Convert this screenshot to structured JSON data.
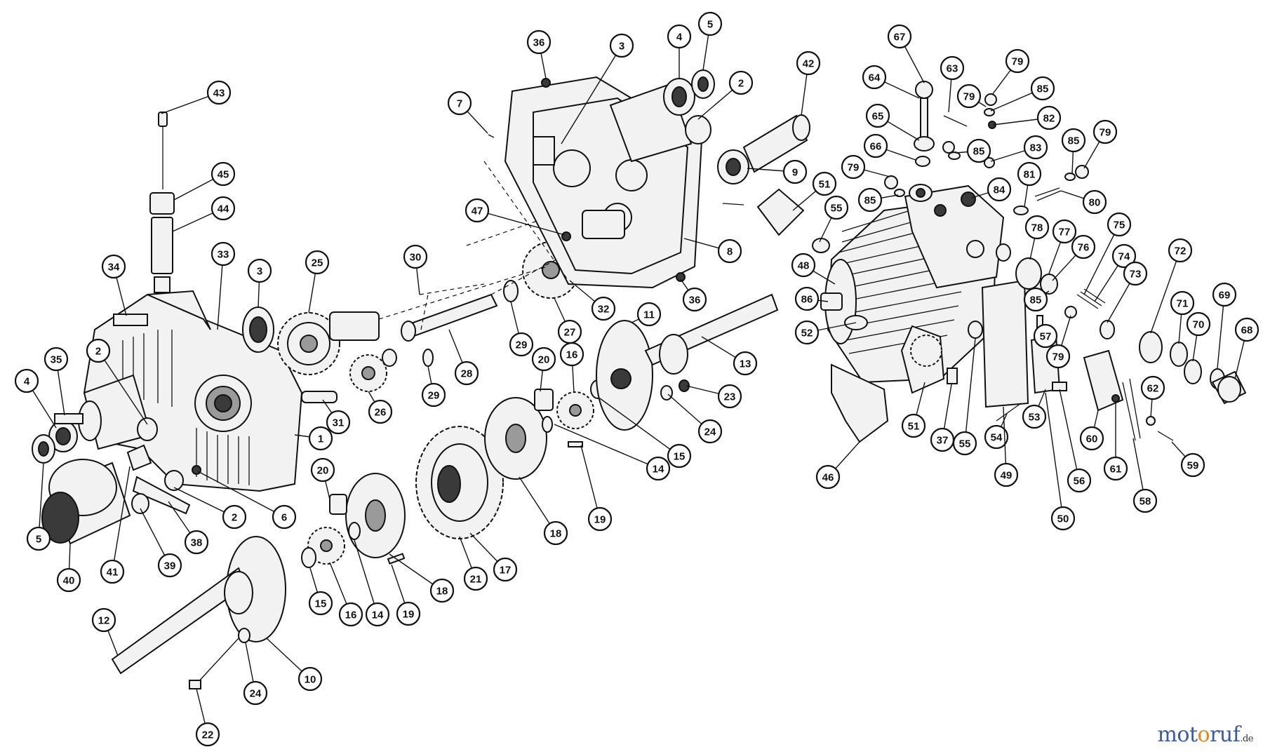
{
  "diagram": {
    "callouts": [
      "1",
      "2",
      "3",
      "4",
      "5",
      "6",
      "7",
      "8",
      "9",
      "10",
      "11",
      "12",
      "13",
      "14",
      "15",
      "16",
      "17",
      "18",
      "19",
      "20",
      "21",
      "22",
      "23",
      "24",
      "25",
      "26",
      "27",
      "28",
      "29",
      "30",
      "31",
      "32",
      "33",
      "34",
      "35",
      "36",
      "37",
      "38",
      "39",
      "40",
      "41",
      "42",
      "43",
      "44",
      "45",
      "46",
      "47",
      "48",
      "49",
      "50",
      "51",
      "52",
      "53",
      "54",
      "55",
      "56",
      "57",
      "58",
      "59",
      "60",
      "61",
      "62",
      "63",
      "64",
      "65",
      "66",
      "67",
      "68",
      "69",
      "70",
      "71",
      "72",
      "73",
      "74",
      "75",
      "76",
      "77",
      "78",
      "79",
      "80",
      "81",
      "82",
      "83",
      "84",
      "85",
      "86"
    ]
  },
  "watermark": {
    "part1": "mot",
    "part2": "o",
    "part3": "ruf",
    "part4": ".de"
  }
}
